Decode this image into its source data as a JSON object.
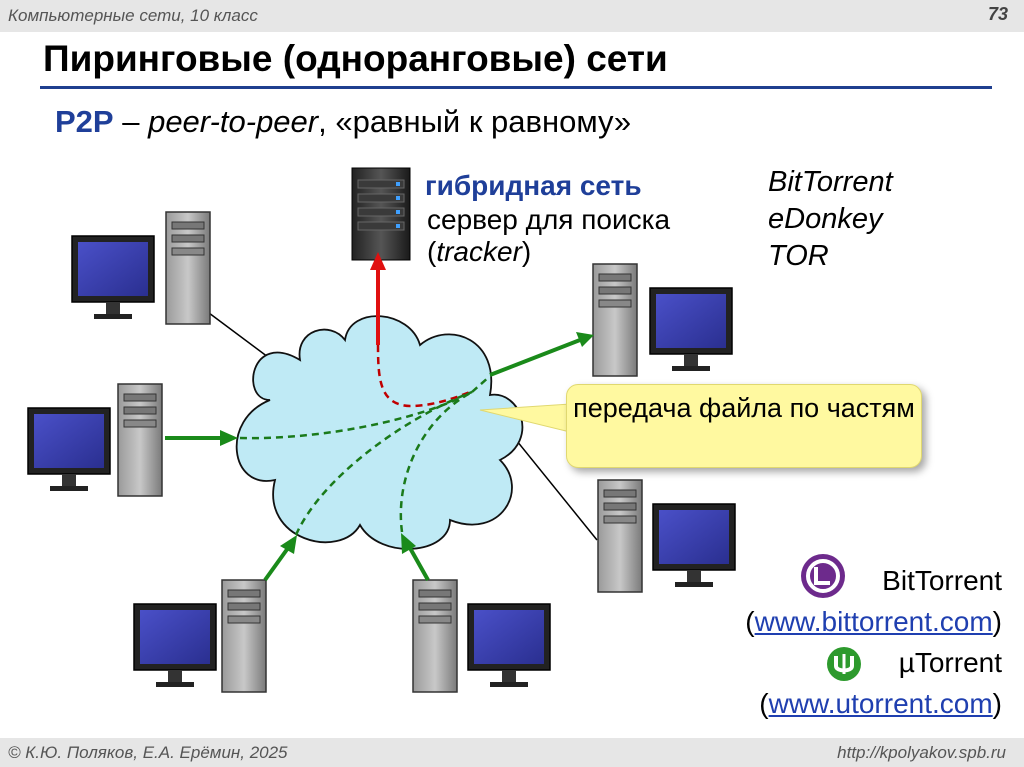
{
  "header": {
    "course": "Компьютерные сети, 10 класс",
    "page_number": "73"
  },
  "title": "Пиринговые (одноранговые) сети",
  "subtitle": {
    "p2p": "P2P",
    "dash": " – ",
    "english": "peer-to-peer",
    "russian": ", «равный к равному»"
  },
  "hybrid": {
    "title": "гибридная сеть",
    "line2": "сервер для поиска",
    "line3_open": "(",
    "line3_term": "tracker",
    "line3_close": ")"
  },
  "examples": [
    "BitTorrent",
    "eDonkey",
    "TOR"
  ],
  "callout": "передача файла по частям",
  "links": {
    "bittorrent_name": "BitTorrent",
    "bittorrent_url": "www.bittorrent.com",
    "utorrent_name": "µTorrent",
    "utorrent_url": "www.utorrent.com"
  },
  "footer": {
    "authors": "© К.Ю. Поляков, Е.А. Ерёмин, 2025",
    "site": "http://kpolyakov.spb.ru"
  },
  "colors": {
    "accent": "#1f3f99",
    "arrow_green": "#1a8a1a",
    "arrow_red": "#e01010",
    "cloud": "#bfeaf5",
    "callout": "#fff9a0"
  },
  "icons": [
    "server-icon",
    "computer-icon",
    "bittorrent-logo-icon",
    "utorrent-logo-icon"
  ]
}
